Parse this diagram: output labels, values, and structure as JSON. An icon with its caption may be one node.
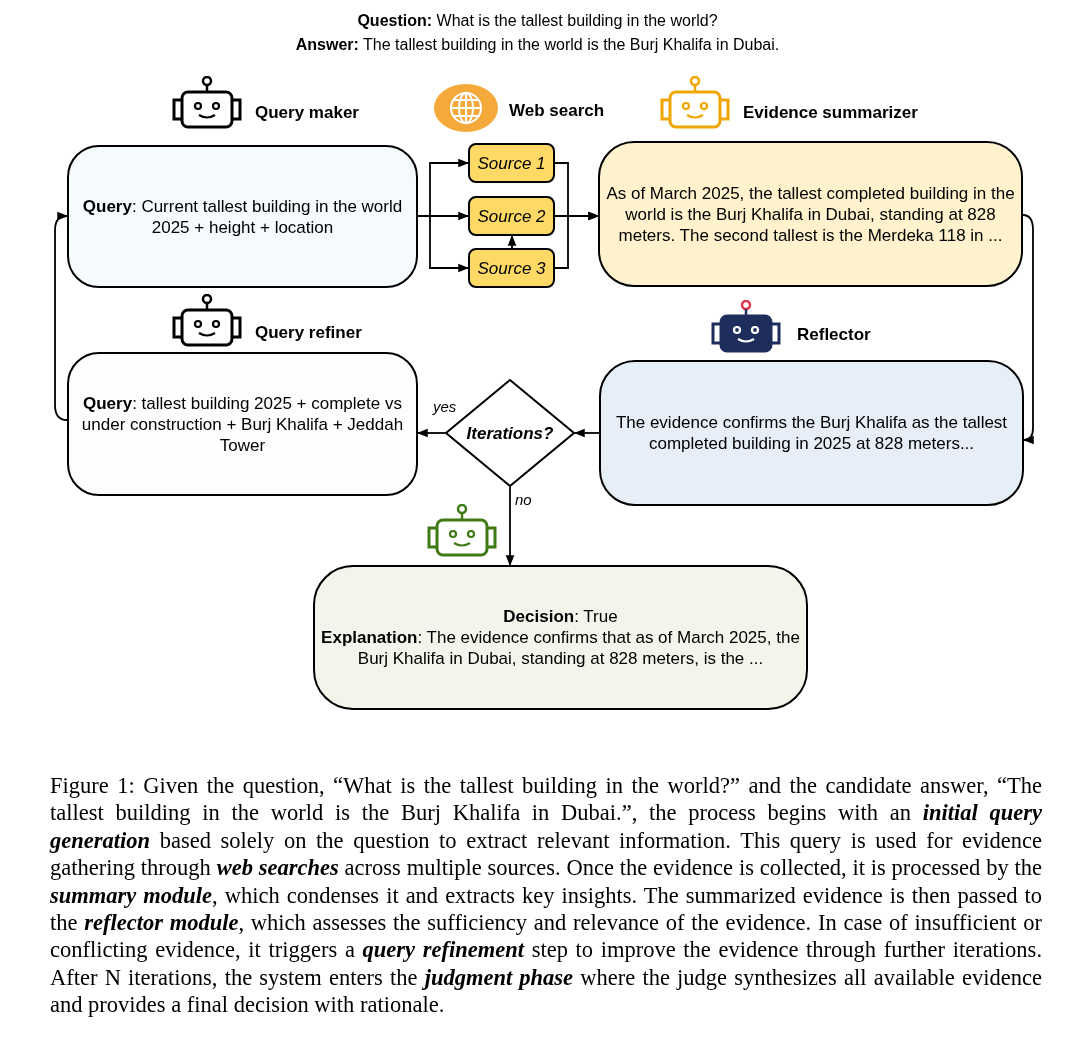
{
  "diagram": {
    "caption": "Figure 1:  Given the question, “What is the tallest building in the world?” and the candidate answer, “The tallest building in the world is the Burj Khalifa in Dubai.”, the process begins with an **initial query generation** based solely on the question to extract relevant information. This query is used for evidence gathering through **web searches** across multiple sources. Once the evidence is collected, it is processed by the **summary module**, which condenses it and extracts key insights. The summarized evidence is then passed to the **reflector module**, which assesses the sufficiency and relevance of the evidence.  In case of insufficient or conflicting evidence, it triggers a **query refinement** step to improve the evidence through further iterations. After N iterations, the system enters the **judgment phase** where the judge synthesizes all available evidence and provides a final decision with rationale.",
    "nodes": [
      {
        "text": [
          "**Query**: Current tallest building in the world 2025 + height + location"
        ]
      },
      {
        "text": [
          "Source 1"
        ]
      },
      {
        "text": [
          "Source 2"
        ]
      },
      {
        "text": [
          "Source 3"
        ]
      },
      {
        "text": [
          "As of March 2025, the tallest completed building in the world is the Burj Khalifa in Dubai, standing at 828 meters. The second tallest is the Merdeka 118 in ..."
        ]
      },
      {
        "text": [
          "The evidence confirms the Burj Khalifa as the tallest completed building in 2025 at 828 meters..."
        ]
      },
      {
        "text": [
          "Iterations?"
        ]
      },
      {
        "text": [
          "**Query**: tallest building 2025 + complete vs under construction + Burj Khalifa + Jeddah Tower"
        ]
      },
      {
        "text": [
          "**Decision**: True",
          "**Explanation**: The evidence confirms that as of March 2025, the Burj Khalifa in Dubai, standing at 828 meters, is the ..."
        ]
      }
    ],
    "edges": [
      {
        "from": 0,
        "to": 1,
        "arrow": "to"
      },
      {
        "from": 0,
        "to": 2,
        "arrow": "to"
      },
      {
        "from": 0,
        "to": 3,
        "arrow": "to"
      },
      {
        "from": 3,
        "to": 2,
        "arrow": "to"
      },
      {
        "from": 1,
        "to": 4,
        "arrow": "to"
      },
      {
        "from": 2,
        "to": 4,
        "arrow": "to"
      },
      {
        "from": 3,
        "to": 4,
        "arrow": "to"
      },
      {
        "from": 4,
        "to": 5,
        "arrow": "to"
      },
      {
        "from": 5,
        "to": 6,
        "arrow": "to"
      },
      {
        "from": 6,
        "to": 7,
        "label": "yes",
        "arrow": "to"
      },
      {
        "from": 6,
        "to": 8,
        "label": "no",
        "arrow": "to"
      },
      {
        "from": 7,
        "to": 0,
        "arrow": "to"
      }
    ],
    "labels": [
      "**Question:** What is the tallest building in the world?",
      "**Answer:** The tallest building in the world is the Burj Khalifa in Dubai.",
      "Query maker",
      "Web search",
      "Evidence summarizer",
      "Query refiner",
      "Reflector"
    ]
  }
}
